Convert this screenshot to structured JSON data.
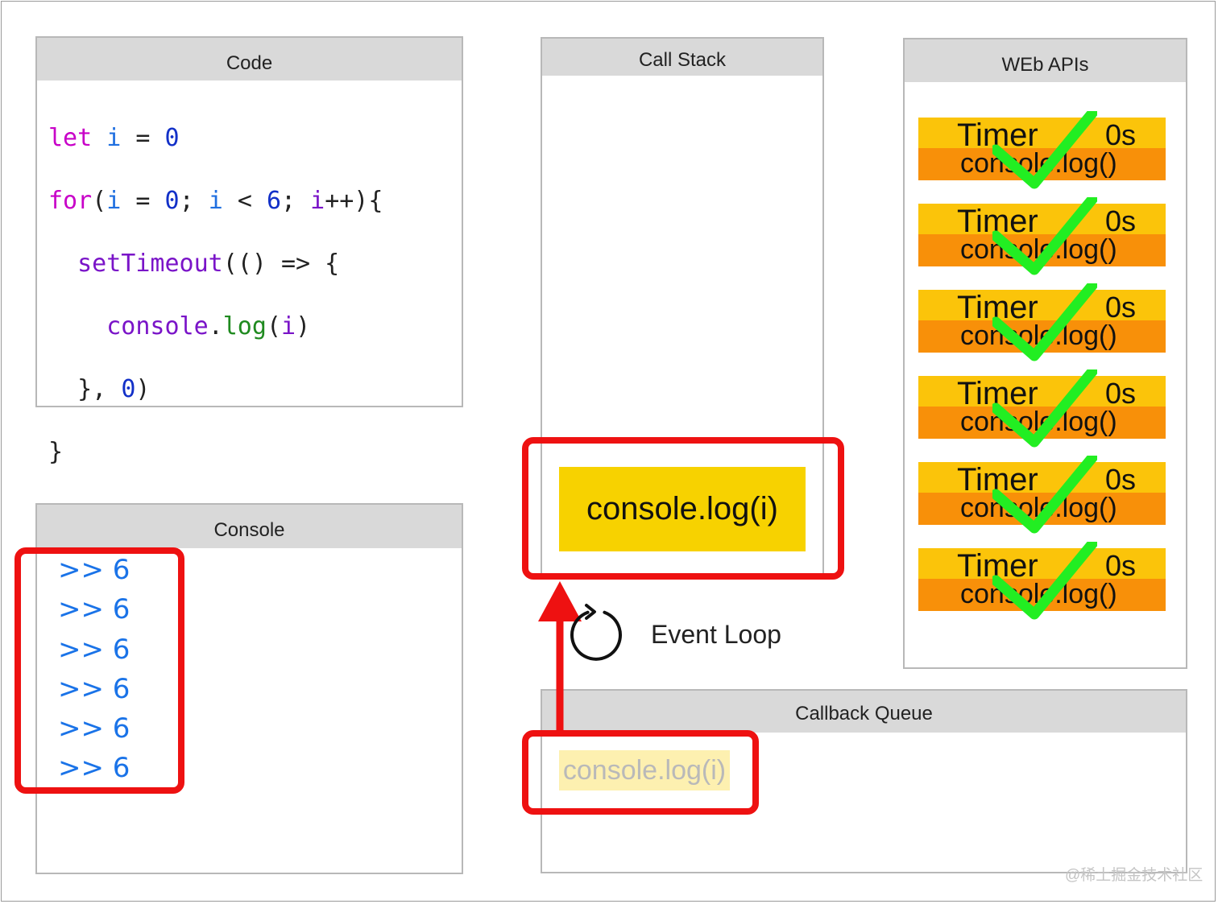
{
  "panels": {
    "code": {
      "title": "Code"
    },
    "console": {
      "title": "Console"
    },
    "call_stack": {
      "title": "Call Stack"
    },
    "web_apis": {
      "title": "WEb APIs"
    },
    "callback_queue": {
      "title": "Callback Queue"
    }
  },
  "code": {
    "line1": {
      "kw": "let",
      "var": "i",
      "op": "=",
      "num": "0"
    },
    "line2": {
      "kw": "for",
      "p1": "(",
      "var1": "i",
      "op1": "=",
      "num1": "0",
      "semi1": ";",
      "var2": "i",
      "op2": "<",
      "num2": "6",
      "semi2": ";",
      "var3": "i",
      "op3": "++){"
    },
    "line3": {
      "fn": "setTimeout",
      "rest": "(() => {"
    },
    "line4": {
      "obj": "console",
      "dot": ".",
      "mth": "log",
      "p1": "(",
      "var": "i",
      "p2": ")"
    },
    "line5": {
      "close": "},",
      "num": "0",
      "p": ")"
    },
    "line6": {
      "close": "}"
    }
  },
  "console_output": [
    ">> 6",
    ">> 6",
    ">> 6",
    ">> 6",
    ">> 6",
    ">> 6"
  ],
  "call_stack_item": "console.log(i)",
  "callback_queue_item": "console.log(i)",
  "event_loop_label": "Event Loop",
  "timers": [
    {
      "label": "Timer",
      "time": "0s",
      "callback": "console.log()"
    },
    {
      "label": "Timer",
      "time": "0s",
      "callback": "console.log()"
    },
    {
      "label": "Timer",
      "time": "0s",
      "callback": "console.log()"
    },
    {
      "label": "Timer",
      "time": "0s",
      "callback": "console.log()"
    },
    {
      "label": "Timer",
      "time": "0s",
      "callback": "console.log()"
    },
    {
      "label": "Timer",
      "time": "0s",
      "callback": "console.log()"
    }
  ],
  "watermark": "@稀土掘金技术社区",
  "colors": {
    "highlight_red": "#ee1111",
    "stack_yellow": "#f7d200",
    "timer_yellow": "#fbc40a",
    "timer_orange": "#f89009",
    "check_green": "#22ee22",
    "console_blue": "#1a73e8"
  }
}
